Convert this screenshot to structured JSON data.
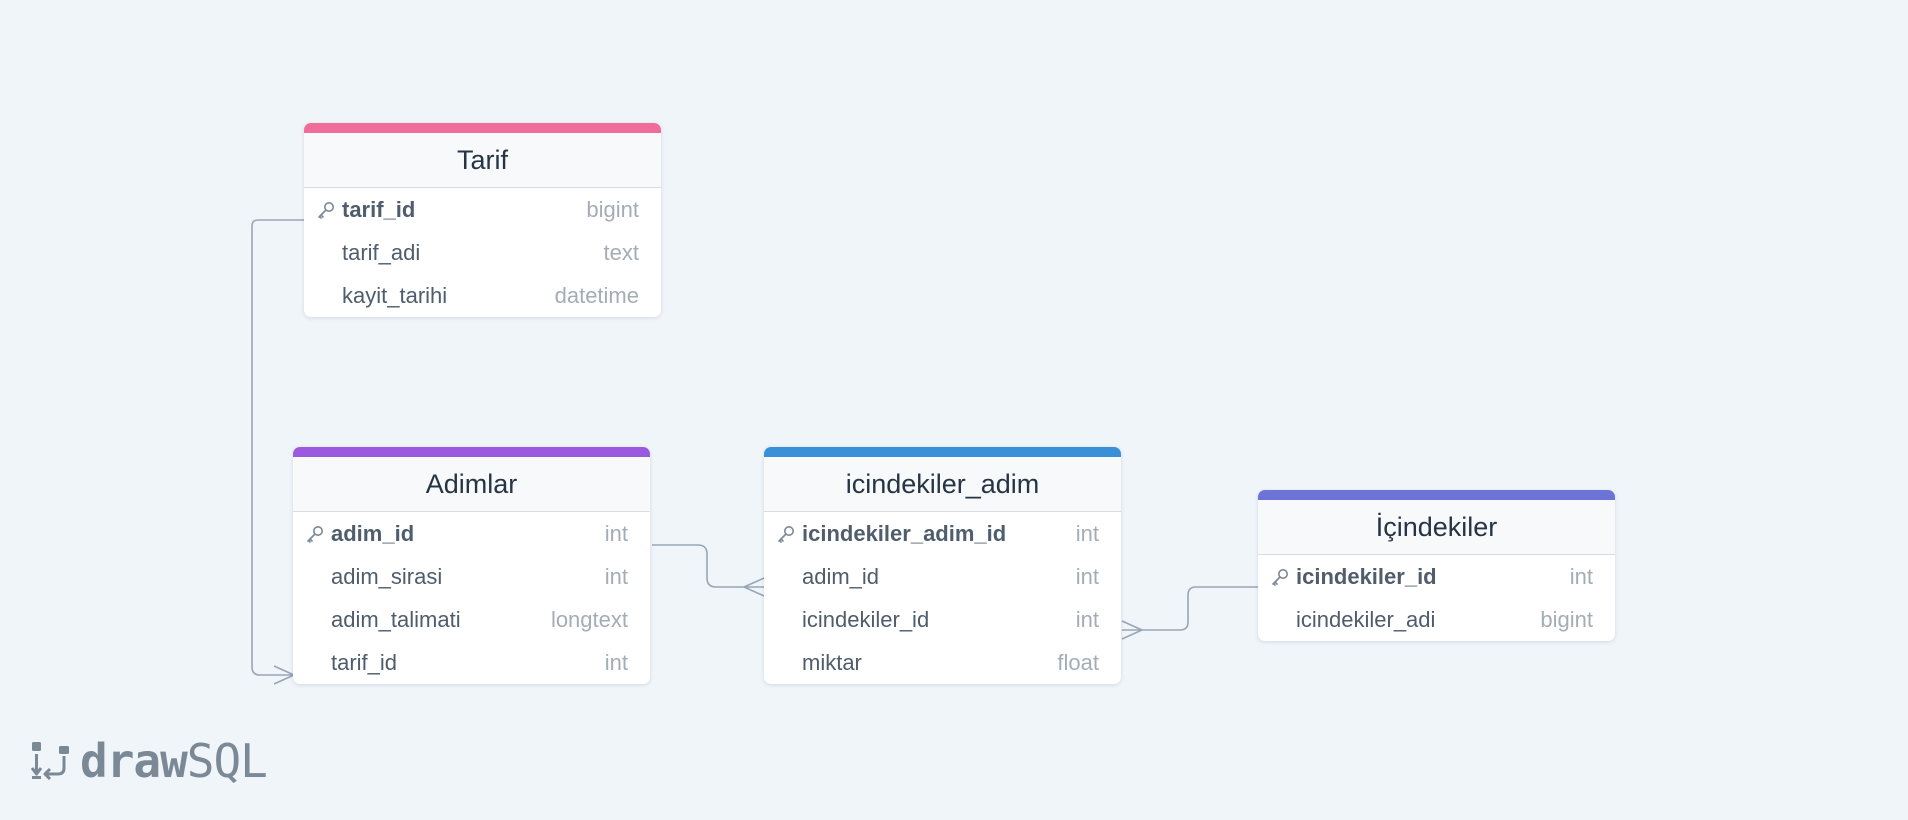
{
  "diagram": {
    "tables": [
      {
        "id": "tarif",
        "name": "Tarif",
        "accent": "#f06d9a",
        "columns": [
          {
            "name": "tarif_id",
            "type": "bigint",
            "pk": true
          },
          {
            "name": "tarif_adi",
            "type": "text",
            "pk": false
          },
          {
            "name": "kayit_tarihi",
            "type": "datetime",
            "pk": false
          }
        ]
      },
      {
        "id": "adimlar",
        "name": "Adimlar",
        "accent": "#9b59e0",
        "columns": [
          {
            "name": "adim_id",
            "type": "int",
            "pk": true
          },
          {
            "name": "adim_sirasi",
            "type": "int",
            "pk": false
          },
          {
            "name": "adim_talimati",
            "type": "longtext",
            "pk": false
          },
          {
            "name": "tarif_id",
            "type": "int",
            "pk": false
          }
        ]
      },
      {
        "id": "icindekiler_adim",
        "name": "icindekiler_adim",
        "accent": "#3a8fd9",
        "columns": [
          {
            "name": "icindekiler_adim_id",
            "type": "int",
            "pk": true
          },
          {
            "name": "adim_id",
            "type": "int",
            "pk": false
          },
          {
            "name": "icindekiler_id",
            "type": "int",
            "pk": false
          },
          {
            "name": "miktar",
            "type": "float",
            "pk": false
          }
        ]
      },
      {
        "id": "icindekiler",
        "name": "İçindekiler",
        "accent": "#6b74d6",
        "columns": [
          {
            "name": "icindekiler_id",
            "type": "int",
            "pk": true
          },
          {
            "name": "icindekiler_adi",
            "type": "bigint",
            "pk": false
          }
        ]
      }
    ],
    "relations": [
      {
        "from": "tarif.tarif_id",
        "to": "adimlar.tarif_id",
        "cardinality": "one-to-many"
      },
      {
        "from": "adimlar.adim_id",
        "to": "icindekiler_adim.adim_id",
        "cardinality": "one-to-many"
      },
      {
        "from": "icindekiler.icindekiler_id",
        "to": "icindekiler_adim.icindekiler_id",
        "cardinality": "one-to-many"
      }
    ],
    "line_color": "#98a6b6",
    "key_icon": "key-icon"
  },
  "branding": {
    "logo_word_bold": "draw",
    "logo_word_light": "SQL",
    "logo_icon": "drawsql-logo-icon"
  }
}
